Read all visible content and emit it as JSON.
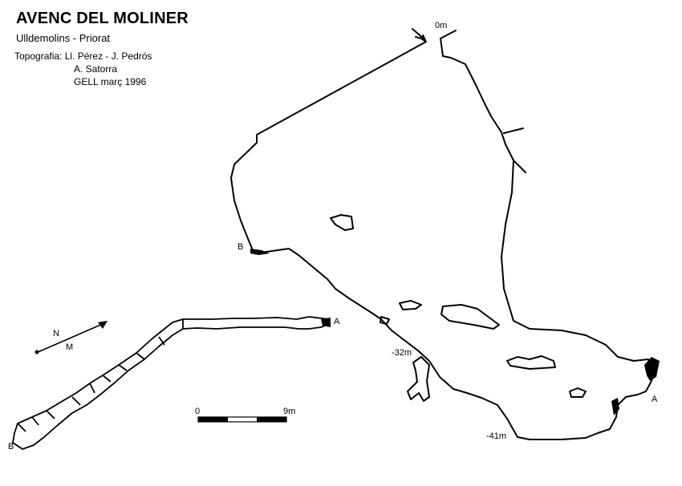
{
  "header": {
    "title": "AVENC DEL MOLINER",
    "location": "Ulldemolins - Priorat",
    "topo_label": "Topografia:",
    "authors_line1": "Ll. Pérez - J. Pedrós",
    "authors_line2": "A. Satorra",
    "club_date": "GELL   març  1996"
  },
  "plan_view": {
    "entrance_depth": "0m",
    "depth_mid": "-32m",
    "depth_bottom": "-41m",
    "section_b": "B",
    "section_a": "A"
  },
  "profile_view": {
    "section_a": "A",
    "section_b": "B"
  },
  "north_arrow": {
    "n_label": "N",
    "m_label": "M"
  },
  "scale_bar": {
    "start_label": "0",
    "end_label": "9m"
  }
}
